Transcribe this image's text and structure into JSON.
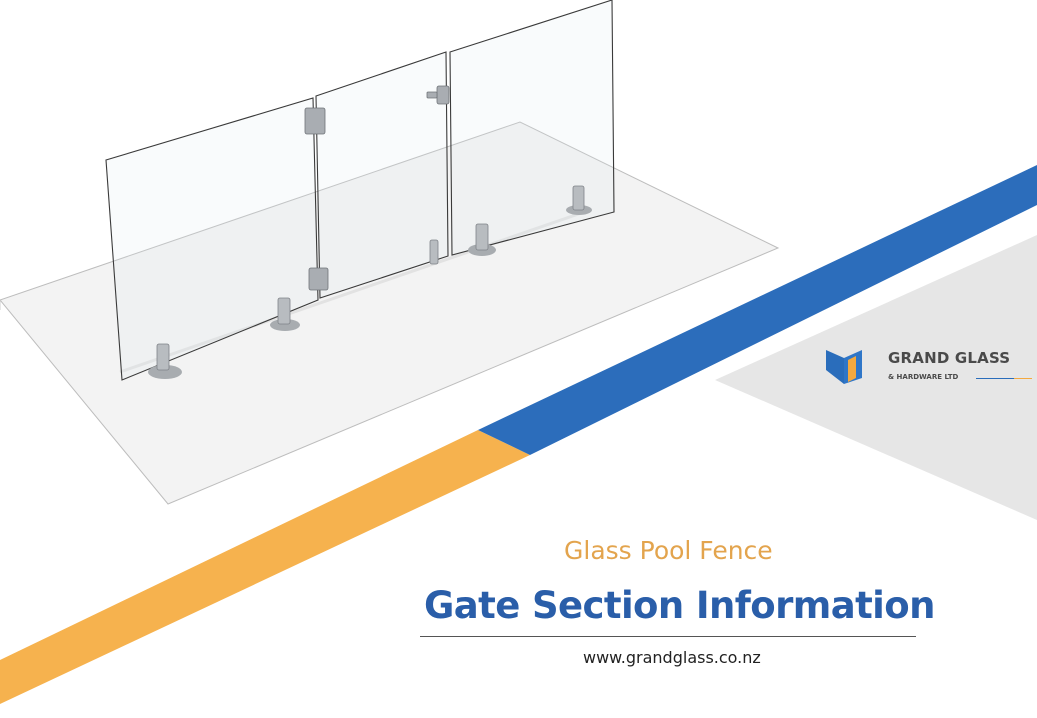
{
  "brand": {
    "name": "GRAND GLASS",
    "tagline": "& HARDWARE LTD",
    "icon": "grand-glass-logo-mark",
    "colors": {
      "blue": "#2a6dbb",
      "orange": "#f4a93f",
      "grey": "#e6e6e6",
      "text": "#4a4a4a"
    }
  },
  "cover": {
    "subtitle": "Glass Pool Fence",
    "title": "Gate Section Information",
    "website": "www.grandglass.co.nz",
    "subtitle_color": "#e3a44d",
    "title_color": "#2a5ea9"
  },
  "illustration": {
    "subject": "glass-pool-fence-gate-render"
  }
}
